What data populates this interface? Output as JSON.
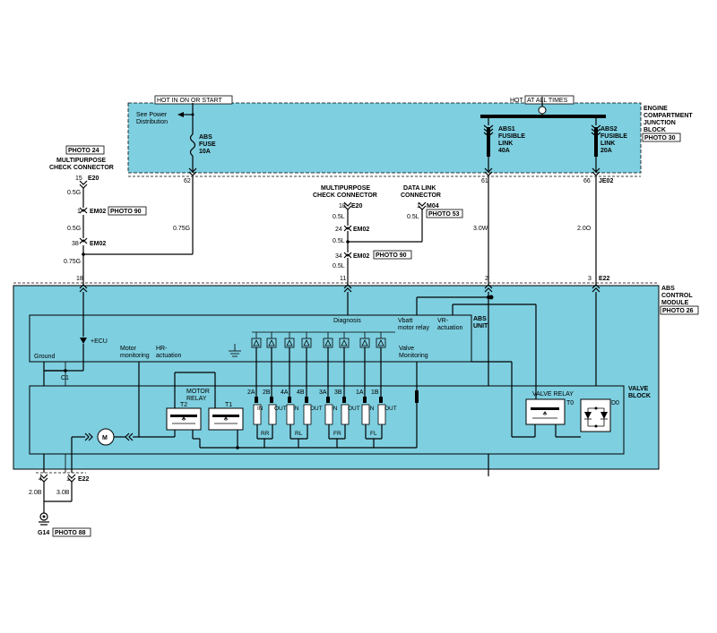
{
  "ejb": {
    "hot_run": "HOT IN ON OR START",
    "hot_all_pre": "HOT",
    "hot_all_box": "AT ALL TIMES",
    "title": [
      "ENGINE",
      "COMPARTMENT",
      "JUNCTION",
      "BLOCK"
    ],
    "photo": "PHOTO 30",
    "see_power": [
      "See Power",
      "Distribution"
    ],
    "abs_fuse": [
      "ABS",
      "FUSE",
      "10A"
    ],
    "abs1": [
      "ABS1",
      "FUSIBLE",
      "LINK",
      "40A"
    ],
    "abs2": [
      "ABS2",
      "FUSIBLE",
      "LINK",
      "20A"
    ],
    "pins": {
      "p62": "62",
      "p61": "61",
      "p66": "66"
    },
    "je02": "JE02"
  },
  "left_conn": {
    "photo24": "PHOTO 24",
    "name": [
      "MULTIPURPOSE",
      "CHECK CONNECTOR"
    ],
    "pin15": "15",
    "e20": "E20",
    "w05g_a": "0.5G",
    "pin1": "1",
    "em02_a": "EM02",
    "photo90_a": "PHOTO 90",
    "w05g_b": "0.5G",
    "pin38": "38",
    "em02_b": "EM02",
    "w075g_a": "0.75G",
    "w075g_b": "0.75G",
    "pin18": "18"
  },
  "mid_conn": {
    "name": [
      "MULTIPURPOSE",
      "CHECK CONNECTOR"
    ],
    "pin18": "18",
    "e20": "E20",
    "w05l_a": "0.5L",
    "pin24": "24",
    "em02_a": "EM02",
    "w05l_b": "0.5L",
    "pin34": "34",
    "em02_b": "EM02",
    "photo90": "PHOTO 90",
    "w05l_c": "0.5L",
    "pin11": "11"
  },
  "dlc": {
    "name": [
      "DATA LINK",
      "CONNECTOR"
    ],
    "pin1": "1",
    "m04": "M04",
    "w05l": "0.5L",
    "photo53": "PHOTO 53"
  },
  "wires": {
    "w30w": "3.0W",
    "w20o": "2.0O",
    "pin2": "2",
    "pin3": "3",
    "e22": "E22"
  },
  "abs_module": {
    "title": [
      "ABS",
      "CONTROL",
      "MODULE"
    ],
    "photo": "PHOTO 26",
    "unit": [
      "ABS",
      "UNIT"
    ],
    "diagnosis": "Diagnosis",
    "vbatt": [
      "Vbatt",
      "motor relay"
    ],
    "vr": [
      "VR-",
      "actuation"
    ],
    "ecu": "+ECU",
    "ground": "Ground",
    "motor_mon": [
      "Motor",
      "monitoring"
    ],
    "hr_act": [
      "HR-",
      "actuation"
    ],
    "valve_mon": [
      "Valve",
      "Monitoring"
    ],
    "c1": "C1"
  },
  "valve_block": {
    "title": [
      "VALVE",
      "BLOCK"
    ],
    "motor_relay": [
      "MOTOR",
      "RELAY"
    ],
    "t1": "T1",
    "t2": "T2",
    "valve_relay": "VALVE RELAY",
    "t0": "T0",
    "d0": "D0",
    "motor": "M",
    "ports": [
      "2A",
      "2B",
      "4A",
      "4B",
      "3A",
      "3B",
      "1A",
      "1B"
    ],
    "inout": [
      "IN",
      "OUT",
      "IN",
      "OUT",
      "IN",
      "OUT",
      "IN",
      "OUT"
    ],
    "wheels": [
      "RR",
      "RL",
      "FR",
      "FL"
    ]
  },
  "ground": {
    "pin4": "4",
    "pin1": "1",
    "e22": "E22",
    "w20b": "2.0B",
    "w30b": "3.0B",
    "g14": "G14",
    "photo88": "PHOTO 88"
  },
  "colors": {
    "module_fill": "#7ecfe0",
    "junction_fill": "#7ecfe0",
    "wire": "#000000"
  }
}
